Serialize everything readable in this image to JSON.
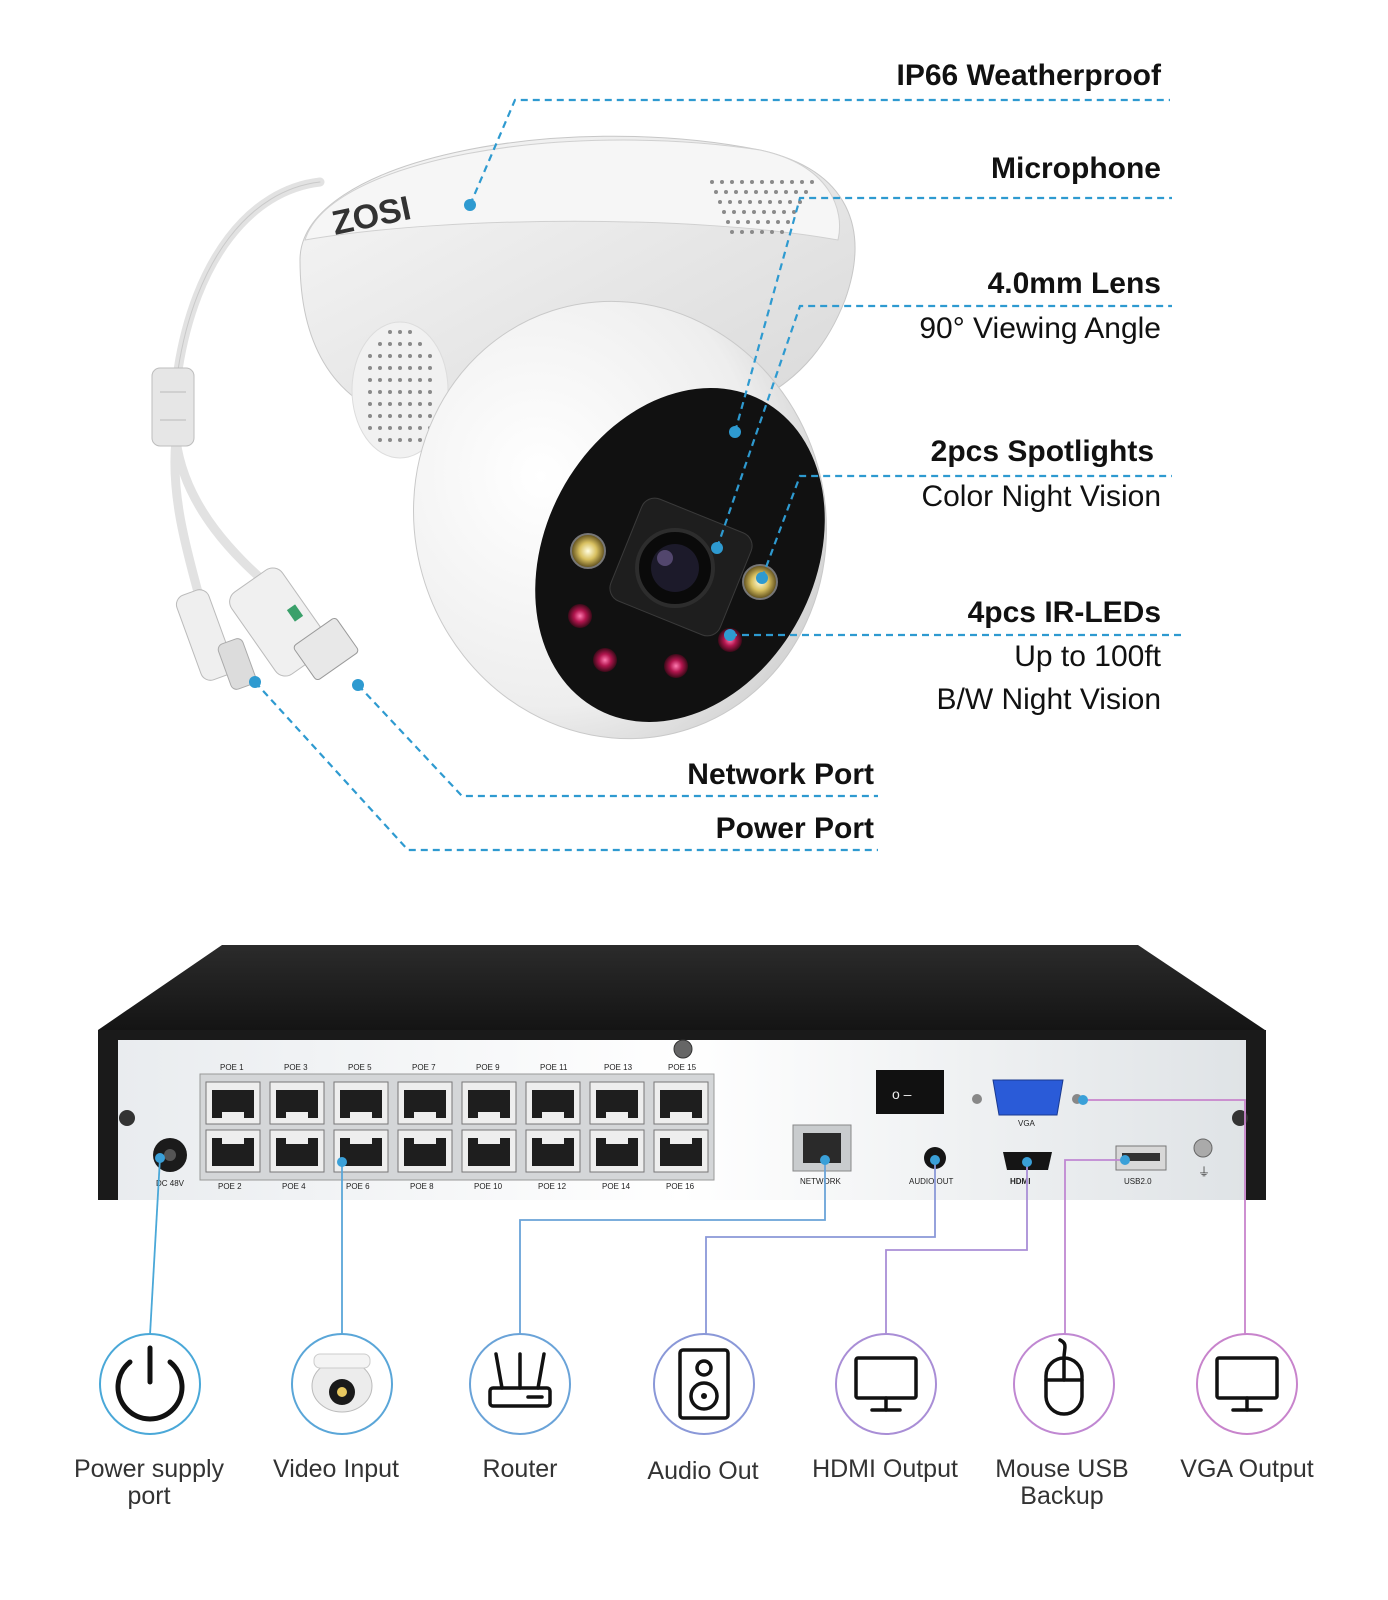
{
  "camera": {
    "brand": "ZOSI",
    "labels": [
      {
        "id": "ip66",
        "title": "IP66 Weatherproof",
        "sub": []
      },
      {
        "id": "mic",
        "title": "Microphone",
        "sub": []
      },
      {
        "id": "lens",
        "title": "4.0mm Lens",
        "sub": [
          "90° Viewing Angle"
        ]
      },
      {
        "id": "spot",
        "title": "2pcs Spotlights",
        "sub": [
          "Color Night Vision"
        ]
      },
      {
        "id": "ir",
        "title": "4pcs IR-LEDs",
        "sub": [
          "Up to 100ft",
          "B/W Night Vision"
        ]
      },
      {
        "id": "net",
        "title": "Network Port",
        "sub": []
      },
      {
        "id": "pwr",
        "title": "Power Port",
        "sub": []
      }
    ]
  },
  "nvr": {
    "poe_top": [
      "POE 1",
      "POE 3",
      "POE 5",
      "POE 7",
      "POE 9",
      "POE 11",
      "POE 13",
      "POE 15"
    ],
    "poe_bottom": [
      "POE 2",
      "POE 4",
      "POE 6",
      "POE 8",
      "POE 10",
      "POE 12",
      "POE 14",
      "POE 16"
    ],
    "port_labels": {
      "dc": "DC 48V",
      "network": "NETWORK",
      "audio": "AUDIO OUT",
      "hdmi": "HDMI",
      "vga": "VGA",
      "usb": "USB2.0"
    }
  },
  "connections": [
    {
      "id": "power",
      "label_lines": [
        "Power supply",
        "port"
      ],
      "icon": "power-icon",
      "color": "#4aa8d8"
    },
    {
      "id": "video",
      "label_lines": [
        "Video Input"
      ],
      "icon": "camera-icon",
      "color": "#5aa6d8"
    },
    {
      "id": "router",
      "label_lines": [
        "Router"
      ],
      "icon": "router-icon",
      "color": "#6aa3d8"
    },
    {
      "id": "audio",
      "label_lines": [
        "Audio Out"
      ],
      "icon": "speaker-icon",
      "color": "#8a98d8"
    },
    {
      "id": "hdmi",
      "label_lines": [
        "HDMI Output"
      ],
      "icon": "monitor-icon",
      "color": "#a98ed6"
    },
    {
      "id": "usb",
      "label_lines": [
        "Mouse USB",
        "Backup"
      ],
      "icon": "mouse-icon",
      "color": "#c088d2"
    },
    {
      "id": "vga",
      "label_lines": [
        "VGA Output"
      ],
      "icon": "monitor-icon",
      "color": "#c884cc"
    }
  ]
}
